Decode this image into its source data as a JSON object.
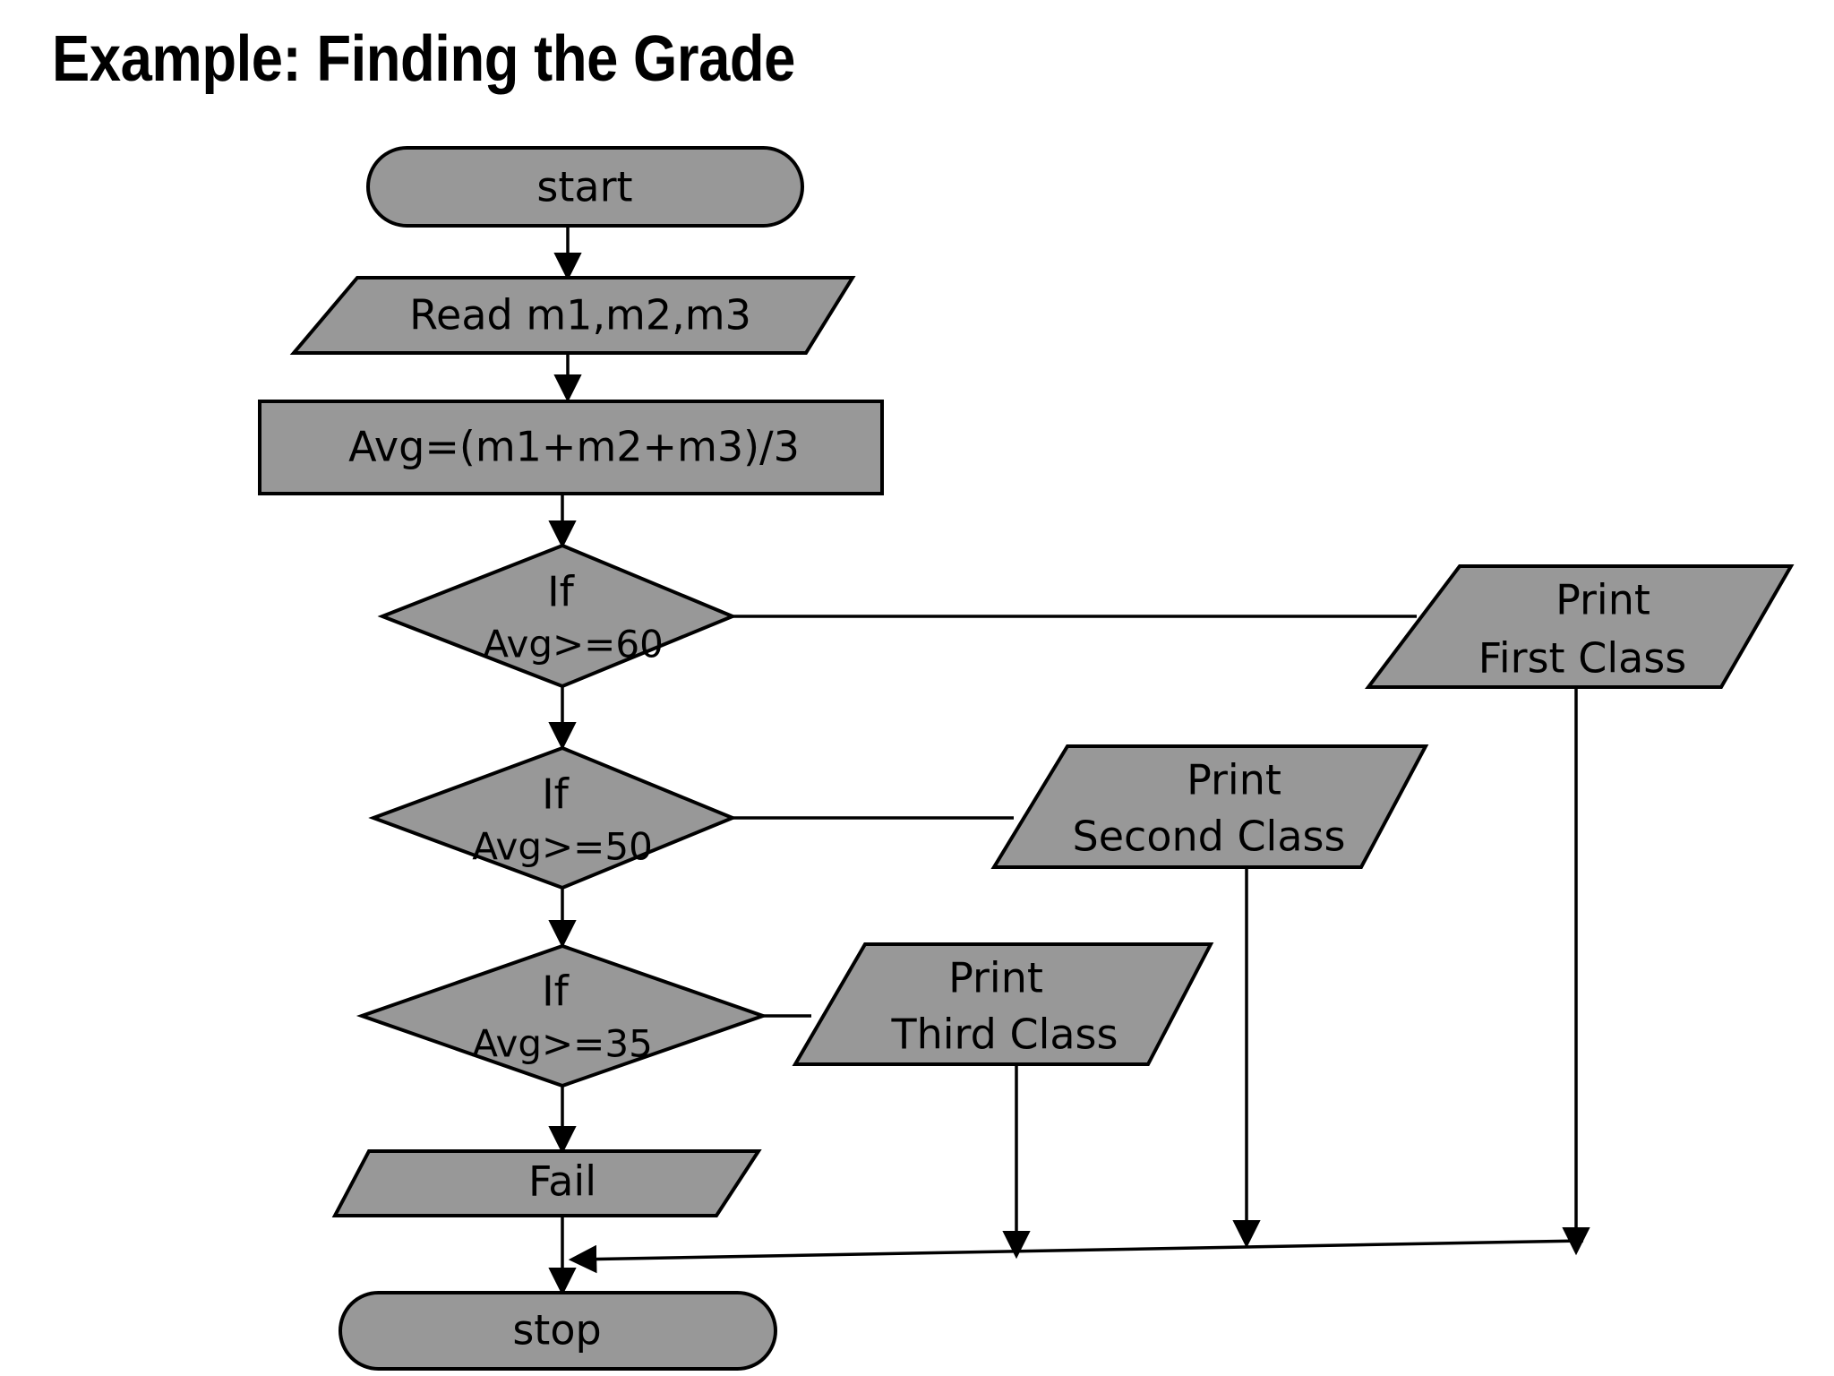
{
  "slide": {
    "title": "Example: Finding the Grade",
    "background_color": "#ffffff",
    "shape_fill_color": "#989898",
    "shape_stroke_color": "#000000",
    "text_color": "#000000"
  },
  "flowchart": {
    "type": "flowchart",
    "nodes": [
      {
        "id": "start",
        "shape": "terminator",
        "label": "start"
      },
      {
        "id": "read",
        "shape": "parallelogram",
        "label": "Read m1,m2,m3"
      },
      {
        "id": "avg",
        "shape": "rectangle",
        "label": "Avg=(m1+m2+m3)/3"
      },
      {
        "id": "if60",
        "shape": "diamond",
        "label_line1": "If",
        "label_line2": "Avg>=60"
      },
      {
        "id": "if50",
        "shape": "diamond",
        "label_line1": "If",
        "label_line2": "Avg>=50"
      },
      {
        "id": "if35",
        "shape": "diamond",
        "label_line1": "If",
        "label_line2": "Avg>=35"
      },
      {
        "id": "first_class",
        "shape": "parallelogram",
        "label_line1": "Print",
        "label_line2": "First Class"
      },
      {
        "id": "second_class",
        "shape": "parallelogram",
        "label_line1": "Print",
        "label_line2": "Second Class"
      },
      {
        "id": "third_class",
        "shape": "parallelogram",
        "label_line1": "Print",
        "label_line2": "Third Class"
      },
      {
        "id": "fail",
        "shape": "parallelogram",
        "label": "Fail"
      },
      {
        "id": "stop",
        "shape": "terminator",
        "label": "stop"
      }
    ],
    "edges": [
      {
        "from": "start",
        "to": "read",
        "label": ""
      },
      {
        "from": "read",
        "to": "avg",
        "label": ""
      },
      {
        "from": "avg",
        "to": "if60",
        "label": ""
      },
      {
        "from": "if60",
        "to": "first_class",
        "label": ""
      },
      {
        "from": "if60",
        "to": "if50",
        "label": ""
      },
      {
        "from": "if50",
        "to": "second_class",
        "label": ""
      },
      {
        "from": "if50",
        "to": "if35",
        "label": ""
      },
      {
        "from": "if35",
        "to": "third_class",
        "label": ""
      },
      {
        "from": "if35",
        "to": "fail",
        "label": ""
      },
      {
        "from": "fail",
        "to": "stop",
        "label": ""
      },
      {
        "from": "first_class",
        "to": "stop",
        "label": ""
      },
      {
        "from": "second_class",
        "to": "stop",
        "label": ""
      },
      {
        "from": "third_class",
        "to": "stop",
        "label": ""
      }
    ]
  }
}
